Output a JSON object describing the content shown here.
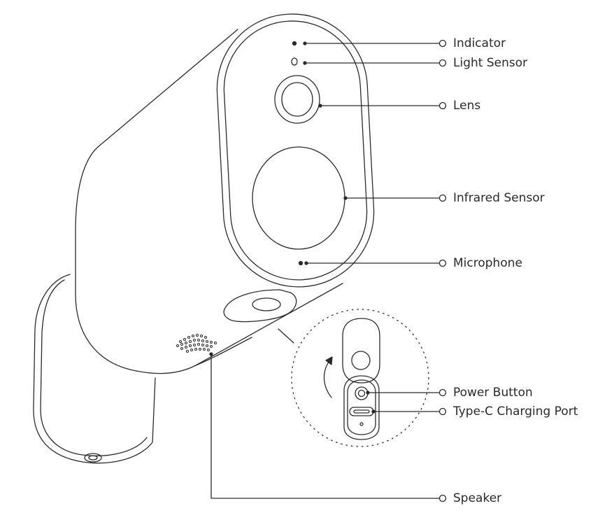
{
  "colors": {
    "line": "#2b2b2b",
    "text": "#2a2a2a",
    "background": "#ffffff"
  },
  "labels": {
    "indicator": "Indicator",
    "light_sensor": "Light Sensor",
    "lens": "Lens",
    "infrared_sensor": "Infrared Sensor",
    "microphone": "Microphone",
    "power_button": "Power Button",
    "charging_port": "Type-C Charging Port",
    "speaker": "Speaker"
  }
}
